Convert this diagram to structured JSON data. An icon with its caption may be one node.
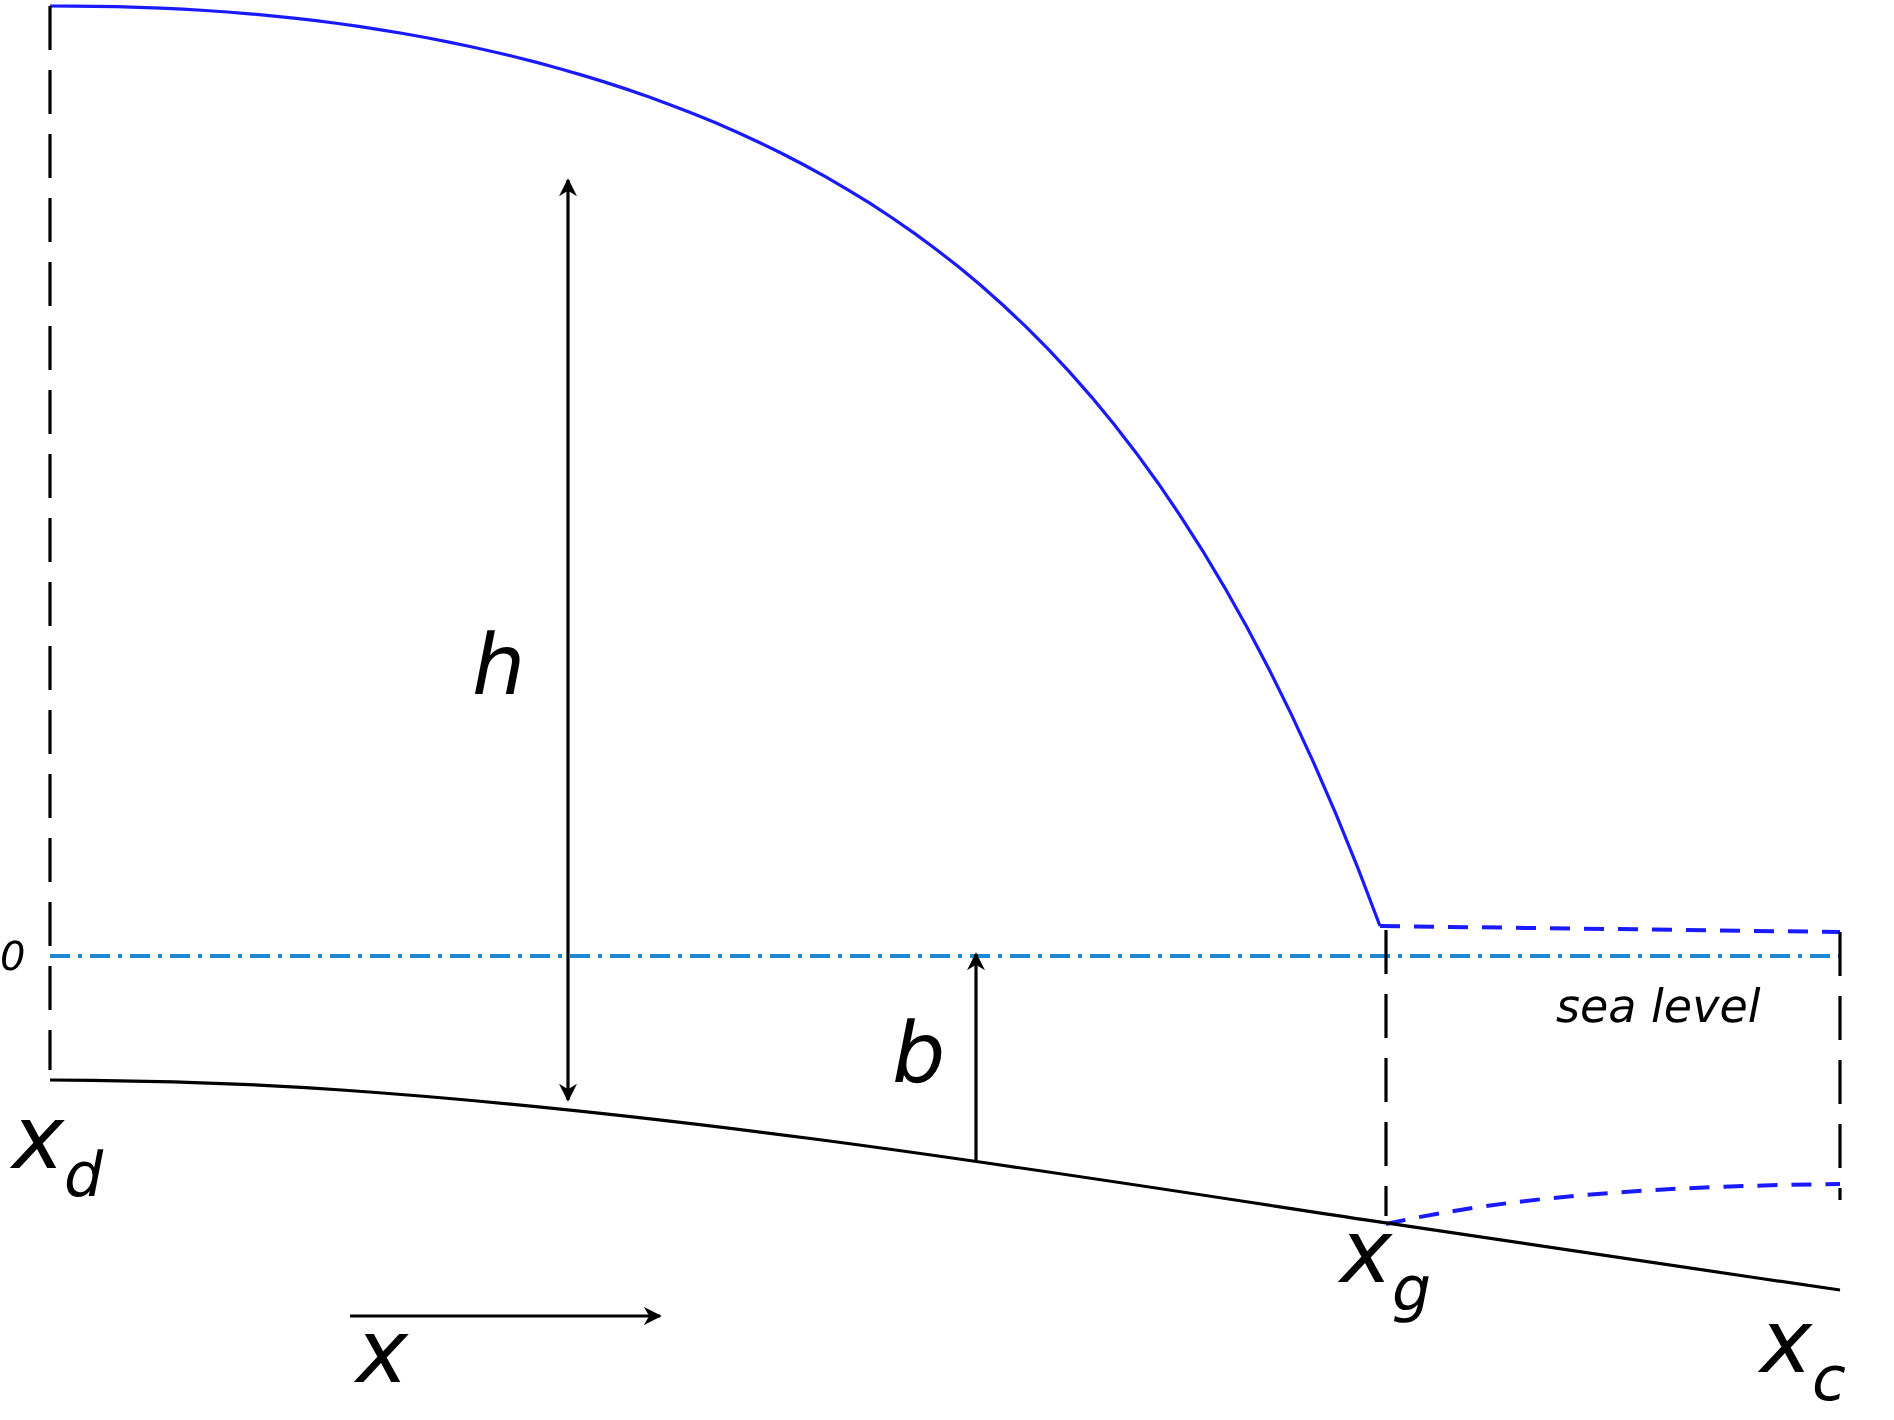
{
  "diagram": {
    "labels": [
      "h",
      "0",
      "b",
      "sea level",
      "x$_{d}$",
      "x$_{g}$",
      "x$_{c}$",
      "x"
    ]
  }
}
